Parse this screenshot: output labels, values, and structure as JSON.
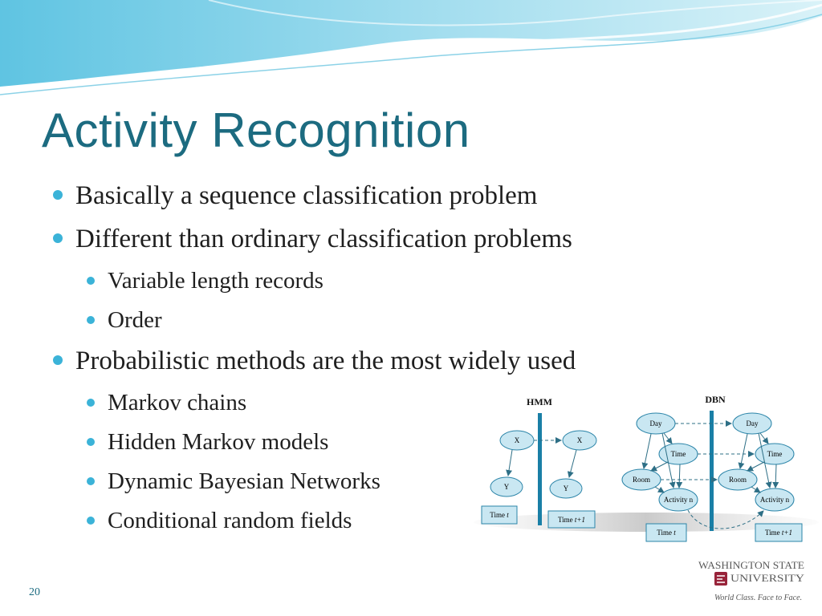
{
  "slide": {
    "title": "Activity Recognition",
    "number": "20"
  },
  "bullets": [
    {
      "level": 1,
      "text": "Basically a sequence classification problem"
    },
    {
      "level": 1,
      "text": "Different than ordinary classification problems"
    },
    {
      "level": 2,
      "text": "Variable length records"
    },
    {
      "level": 2,
      "text": "Order"
    },
    {
      "level": 1,
      "text": "Probabilistic methods are the most widely used"
    },
    {
      "level": 2,
      "text": "Markov chains"
    },
    {
      "level": 2,
      "text": "Hidden Markov models"
    },
    {
      "level": 2,
      "text": "Dynamic Bayesian Networks"
    },
    {
      "level": 2,
      "text": "Conditional random fields"
    }
  ],
  "hmm": {
    "label": "HMM",
    "node_x": "X",
    "node_y": "Y",
    "time_t_prefix": "Time ",
    "time_t_var": "t",
    "time_t1_prefix": "Time ",
    "time_t1_var": "t+1"
  },
  "dbn": {
    "label": "DBN",
    "node_day": "Day",
    "node_time": "Time",
    "node_room": "Room",
    "node_activity": "Activity n",
    "time_t_prefix": "Time ",
    "time_t_var": "t",
    "time_t1_prefix": "Time ",
    "time_t1_var": "t+1"
  },
  "logo": {
    "line1": "WASHINGTON STATE",
    "line2": "UNIVERSITY",
    "tagline": "World Class. Face to Face."
  },
  "colors": {
    "title": "#1c6b80",
    "bullet": "#3bb3d8",
    "node_fill": "#c9e7f2",
    "node_stroke": "#2b84a8",
    "divider": "#1a7fa6",
    "logo_crimson": "#98233a"
  }
}
